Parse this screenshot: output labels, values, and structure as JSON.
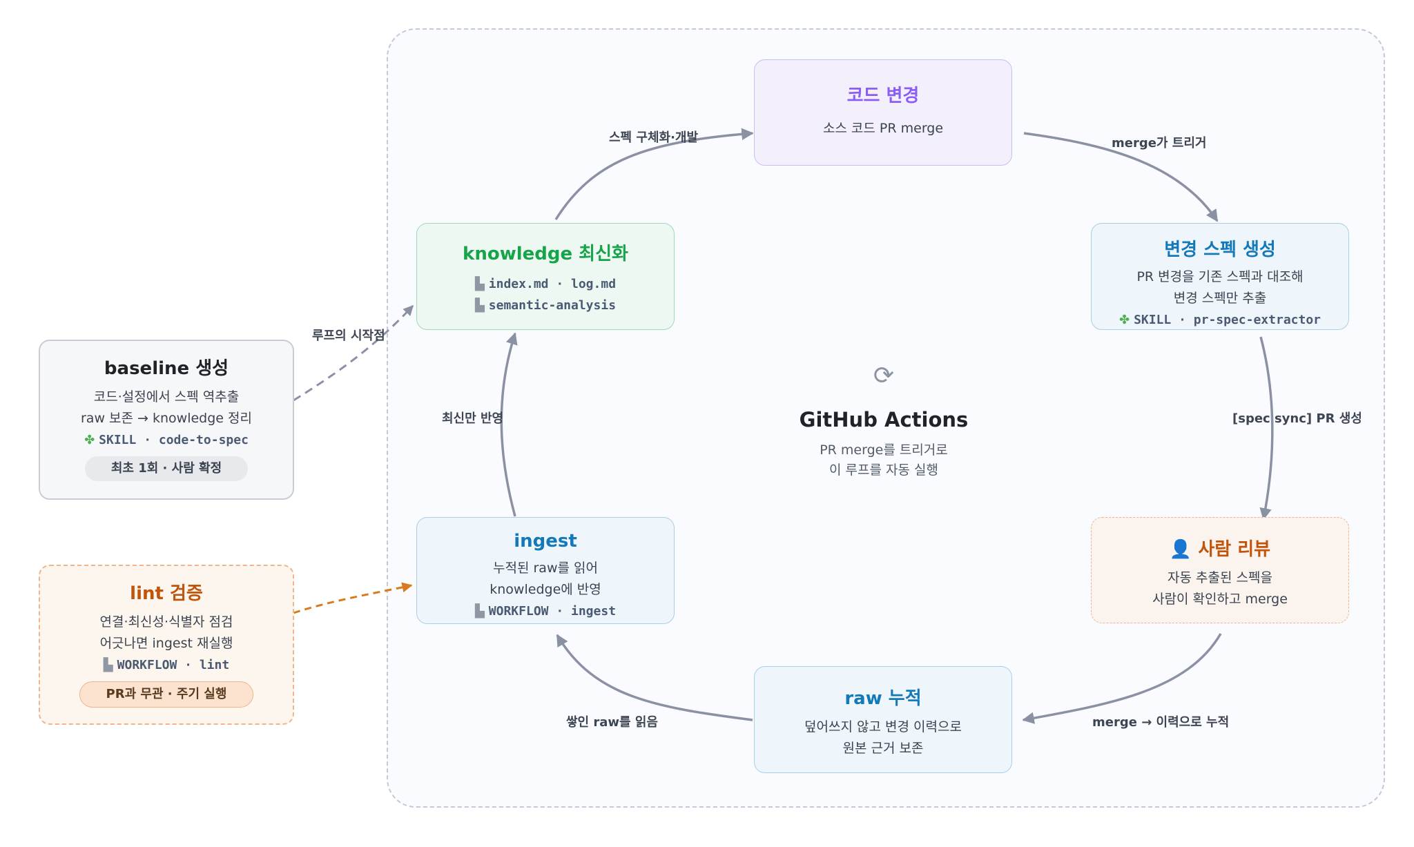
{
  "center": {
    "icon": "sync-icon",
    "title": "GitHub Actions",
    "desc_line1": "PR merge를 트리거로",
    "desc_line2": "이 루프를 자동 실행"
  },
  "nodes": {
    "code_change": {
      "title": "코드 변경",
      "desc": "소스 코드 PR merge"
    },
    "spec_gen": {
      "title": "변경 스펙 생성",
      "desc_line1": "PR 변경을 기존 스펙과 대조해",
      "desc_line2": "변경 스펙만 추출",
      "tag": "SKILL · pr-spec-extractor",
      "tag_icon": "puzzle-icon"
    },
    "review": {
      "title": "사람 리뷰",
      "title_icon": "person-icon",
      "desc_line1": "자동 추출된 스펙을",
      "desc_line2": "사람이 확인하고 merge"
    },
    "raw": {
      "title": "raw 누적",
      "desc_line1": "덮어쓰지 않고 변경 이력으로",
      "desc_line2": "원본 근거 보존"
    },
    "ingest": {
      "title": "ingest",
      "desc_line1": "누적된 raw를 읽어",
      "desc_line2": "knowledge에 반영",
      "tag": "WORKFLOW · ingest",
      "tag_icon": "document-icon"
    },
    "knowledge": {
      "title": "knowledge 최신화",
      "tag1": "index.md · log.md",
      "tag2": "semantic-analysis",
      "tag_icon": "document-icon"
    },
    "baseline": {
      "title": "baseline 생성",
      "desc_line1": "코드·설정에서 스펙 역추출",
      "desc_line2": "raw 보존 → knowledge 정리",
      "tag": "SKILL · code-to-spec",
      "tag_icon": "puzzle-icon",
      "pill": "최초 1회 · 사람 확정"
    },
    "lint": {
      "title": "lint 검증",
      "desc_line1": "연결·최신성·식별자 점검",
      "desc_line2": "어긋나면 ingest 재실행",
      "tag": "WORKFLOW · lint",
      "tag_icon": "document-icon",
      "pill": "PR과 무관 · 주기 실행"
    }
  },
  "edges": {
    "knowledge_to_code": "스펙 구체화·개발",
    "code_to_spec": "merge가 트리거",
    "spec_to_review": "[spec sync] PR 생성",
    "review_to_raw": "merge → 이력으로 누적",
    "raw_to_ingest": "쌓인 raw를 읽음",
    "ingest_to_knowledge": "최신만 반영",
    "baseline_to_knowledge": "루프의 시작점"
  },
  "colors": {
    "code_change": "#8b5cf6",
    "spec_gen": "#1479b8",
    "review": "#c0540a",
    "raw": "#1479b8",
    "ingest": "#1479b8",
    "knowledge": "#16a34a",
    "baseline": "#1f2328",
    "lint": "#c0540a",
    "arrow": "#8a91a2",
    "lint_arrow": "#d97a1e"
  }
}
